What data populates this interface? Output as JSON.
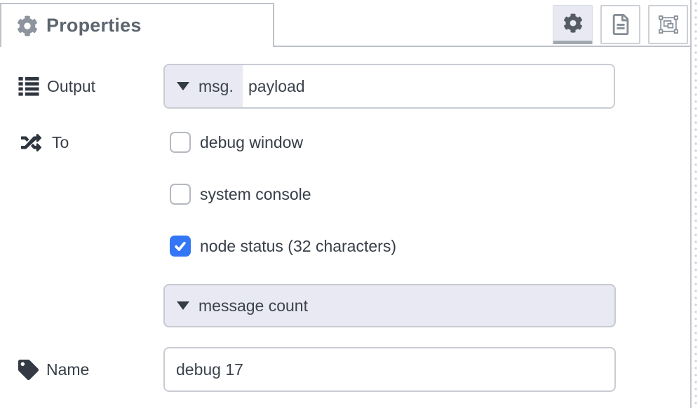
{
  "header": {
    "title": "Properties",
    "buttons": [
      {
        "name": "properties-gear",
        "active": true
      },
      {
        "name": "description-doc",
        "active": false
      },
      {
        "name": "appearance-frame",
        "active": false
      }
    ]
  },
  "colors": {
    "checkbox_checked": "#3377f6",
    "typed_button_bg": "#e8e9f3",
    "border_gray": "#c9ccd3",
    "tab_border": "#bec2ca",
    "label_text": "#373e48"
  },
  "fields": {
    "output": {
      "label": "Output",
      "type_selector": "msg.",
      "value": "payload"
    },
    "to": {
      "label": "To",
      "options": [
        {
          "label": "debug window",
          "checked": false
        },
        {
          "label": "system console",
          "checked": false
        },
        {
          "label": "node status (32 characters)",
          "checked": true
        }
      ]
    },
    "status_source": {
      "selected": "message count"
    },
    "name": {
      "label": "Name",
      "value": "debug 17"
    }
  }
}
